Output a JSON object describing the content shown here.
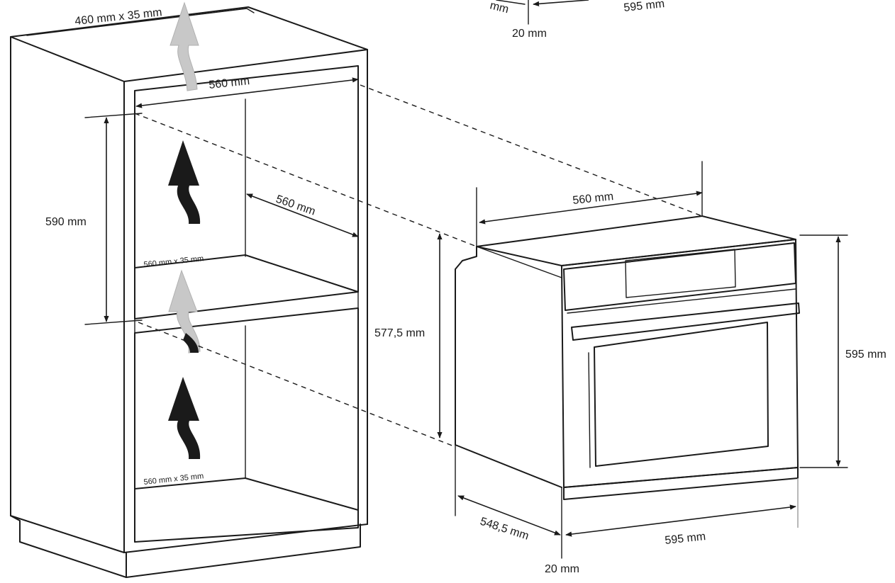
{
  "colors": {
    "line": "#1a1a1a",
    "arrow_dark": "#1a1a1a",
    "arrow_light": "#c8c8c8",
    "background": "#ffffff"
  },
  "labels": {
    "top_vent": "460 mm x 35 mm",
    "cabinet_width_top": "560 mm",
    "cabinet_depth": "560 mm",
    "cabinet_niche_height": "590 mm",
    "middle_vent": "560 mm x 35 mm",
    "bottom_vent": "560 mm x 35 mm",
    "oven_width_top": "560 mm",
    "oven_body_height": "577,5 mm",
    "oven_front_height": "595 mm",
    "oven_depth": "548,5 mm",
    "oven_front_width": "595 mm",
    "oven_door_offset": "20 mm",
    "top_partial_left": "mm",
    "top_partial_right": "595 mm",
    "top_partial_offset": "20 mm"
  }
}
